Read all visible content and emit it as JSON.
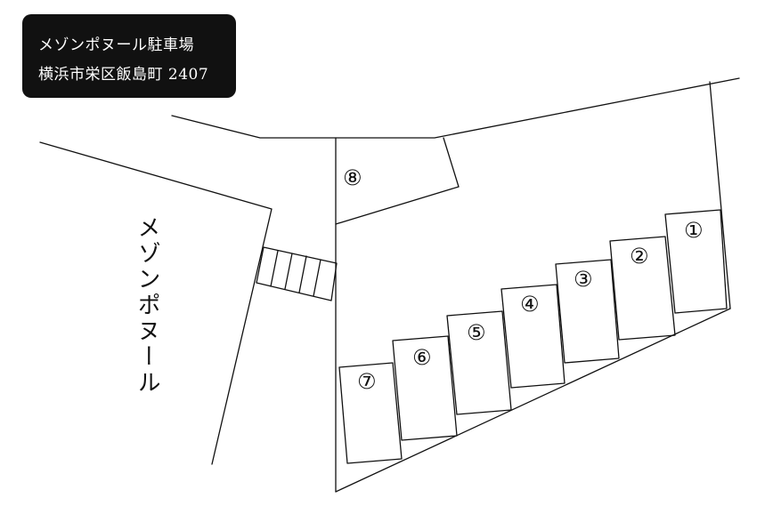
{
  "title": {
    "line1": "メゾンポヌール駐車場",
    "line2": "横浜市栄区飯島町 2407"
  },
  "building_label": "メゾンポヌール",
  "parking_spaces": [
    "①",
    "②",
    "③",
    "④",
    "⑤",
    "⑥",
    "⑦",
    "⑧"
  ],
  "colors": {
    "label_background": "#111111",
    "label_text": "#ffffff",
    "lines": "#111111"
  }
}
